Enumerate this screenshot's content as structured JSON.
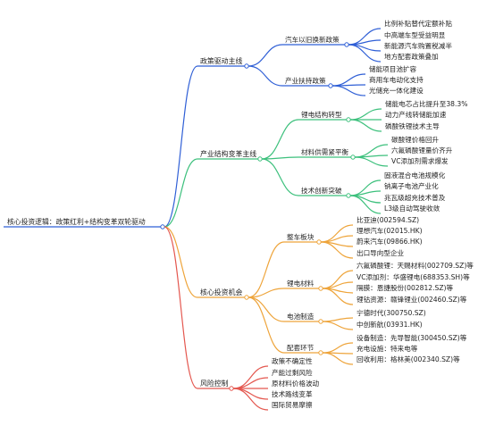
{
  "root": "核心投资逻辑：政策红利+结构变革双轮驱动",
  "colors": {
    "blue": "#2f5fd6",
    "green": "#3cc07c",
    "orange": "#eea43a",
    "red": "#e4574f",
    "text": "#1f1f1f"
  },
  "branches": [
    {
      "label": "政策驱动主线",
      "color": "blue",
      "children": [
        {
          "label": "汽车以旧换新政策",
          "children": [
            "比例补贴替代定额补贴",
            "中高端车型受益明显",
            "新能源汽车购置税减半",
            "地方配套政策叠加"
          ]
        },
        {
          "label": "产业扶持政策",
          "children": [
            "储能项目池扩容",
            "商用车电动化支持",
            "光储充一体化建设"
          ]
        }
      ]
    },
    {
      "label": "产业结构变革主线",
      "color": "green",
      "children": [
        {
          "label": "锂电结构转型",
          "children": [
            "储能电芯占比提升至38.3%",
            "动力产线转储能加速",
            "磷酸铁锂技术主导"
          ]
        },
        {
          "label": "材料供需紧平衡",
          "children": [
            "碳酸锂价格回升",
            "六氟磷酸锂量价齐升",
            "VC添加剂需求爆发"
          ]
        },
        {
          "label": "技术创新突破",
          "children": [
            "固液混合电池规模化",
            "钠离子电池产业化",
            "兆瓦级超充技术普及",
            "L3级自动驾驶收敛"
          ]
        }
      ]
    },
    {
      "label": "核心投资机会",
      "color": "orange",
      "children": [
        {
          "label": "整车板块",
          "children": [
            "比亚迪(002594.SZ)",
            "理想汽车(02015.HK)",
            "蔚来汽车(09866.HK)",
            "出口导向型企业"
          ]
        },
        {
          "label": "锂电材料",
          "children": [
            "六氟磷酸锂：天赐材料(002709.SZ)等",
            "VC添加剂：华盛锂电(688353.SH)等",
            "隔膜：恩捷股份(002812.SZ)等",
            "锂钴资源：赣锋锂业(002460.SZ)等"
          ]
        },
        {
          "label": "电池制造",
          "children": [
            "宁德时代(300750.SZ)",
            "中创新航(03931.HK)"
          ]
        },
        {
          "label": "配套环节",
          "children": [
            "设备制造：先导智能(300450.SZ)等",
            "充电设施：特来电等",
            "回收利用：格林美(002340.SZ)等"
          ]
        }
      ]
    },
    {
      "label": "风险控制",
      "color": "red",
      "children": [
        "政策不确定性",
        "产能过剩风险",
        "原材料价格波动",
        "技术路线变革",
        "国际贸易摩擦"
      ]
    }
  ]
}
